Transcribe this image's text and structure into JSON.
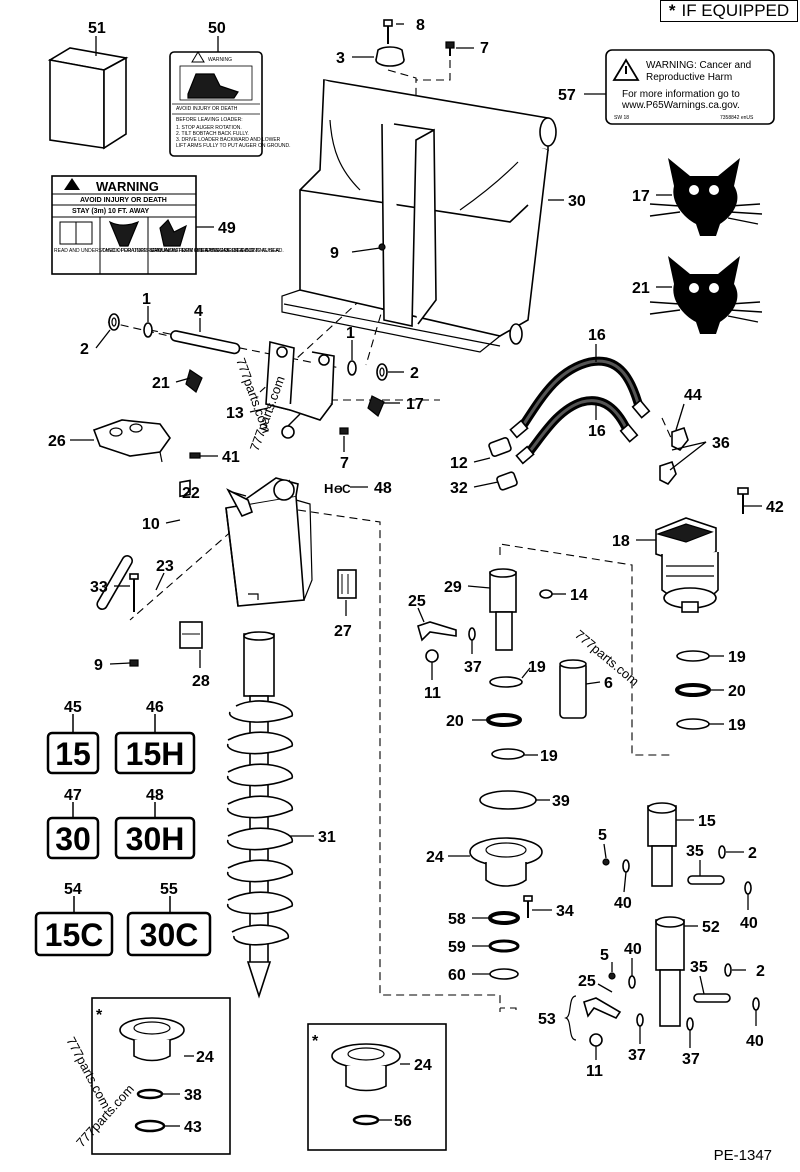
{
  "header": {
    "if_equipped_star": "*",
    "if_equipped": "IF EQUIPPED"
  },
  "footer": {
    "drawing_code": "PE-1347"
  },
  "watermarks": [
    "777parts.com",
    "777parts.com",
    "777parts.com",
    "777parts.com",
    "777parts.com"
  ],
  "callouts": {
    "c51": "51",
    "c50": "50",
    "c8": "8",
    "c3": "3",
    "c7a": "7",
    "c57": "57",
    "c30": "30",
    "c17a": "17",
    "c21a": "21",
    "c49": "49",
    "c9a": "9",
    "c1a": "1",
    "c4": "4",
    "c2a": "2",
    "c1b": "1",
    "c2b": "2",
    "c21b": "21",
    "c17b": "17",
    "c13": "13",
    "c26": "26",
    "c41": "41",
    "c7b": "7",
    "c16a": "16",
    "c16b": "16",
    "c44": "44",
    "c36": "36",
    "c12": "12",
    "c32": "32",
    "c22": "22",
    "c48": "48",
    "c42": "42",
    "c10": "10",
    "c18": "18",
    "c23": "23",
    "c33": "33",
    "c27": "27",
    "c29": "29",
    "c25a": "25",
    "c14": "14",
    "c9b": "9",
    "c28": "28",
    "c37a": "37",
    "c11a": "11",
    "c19a": "19",
    "c6": "6",
    "c19b": "19",
    "c20a": "20",
    "c19c": "19",
    "c20b": "20",
    "c19d": "19",
    "c45": "45",
    "c46": "46",
    "c47": "47",
    "c48b": "48",
    "c39": "39",
    "c31": "31",
    "c15": "15",
    "c5a": "5",
    "c2c": "2",
    "c35a": "35",
    "c24a": "24",
    "c40a": "40",
    "c40b": "40",
    "c58": "58",
    "c34": "34",
    "c54": "54",
    "c55": "55",
    "c52": "52",
    "c59": "59",
    "c5b": "5",
    "c40c": "40",
    "c60": "60",
    "c25b": "25",
    "c35b": "35",
    "c2d": "2",
    "c53": "53",
    "c37b": "37",
    "c37c": "37",
    "c40d": "40",
    "c11b": "11",
    "c24b": "24",
    "c38": "38",
    "c43": "43",
    "c24c": "24",
    "c56": "56",
    "star1": "*",
    "star2": "*"
  },
  "model_tags": {
    "t15": "15",
    "t15h": "15H",
    "t30": "30",
    "t30h": "30H",
    "t15c": "15C",
    "t30c": "30C"
  },
  "decal_50": {
    "title": "WARNING",
    "sub": "AVOID INJURY OR DEATH",
    "line1": "BEFORE LEAVING LOADER:",
    "line2": "1. STOP AUGER ROTATION.",
    "line3": "2. TILT BOBTACH BACK FULLY.",
    "line4": "3. DRIVE LOADER BACKWARD AND LOWER",
    "line5": "LIFT ARMS FULLY TO PUT AUGER ON GROUND."
  },
  "decal_49": {
    "title": "WARNING",
    "sub": "AVOID INJURY OR DEATH",
    "stay": "STAY (3m) 10 FT. AWAY",
    "col1": "READ AND UNDERSTAND OPERATOR'S MANUAL BEFORE OPERATING OR SERVICING AUGER.",
    "col2": "CHECK FOR UNDERGROUND UTILITY LINES BEFORE DIGGING.",
    "col3": "STAY AWAY FROM ROTATING AUGER & CUTTING HEAD."
  },
  "decal_57": {
    "l1": "WARNING: Cancer and",
    "l2": "Reproductive Harm",
    "l3": "For more information go to",
    "l4": "www.P65Warnings.ca.gov.",
    "sw": "SW 18",
    "pn": "7358842 enUS"
  }
}
